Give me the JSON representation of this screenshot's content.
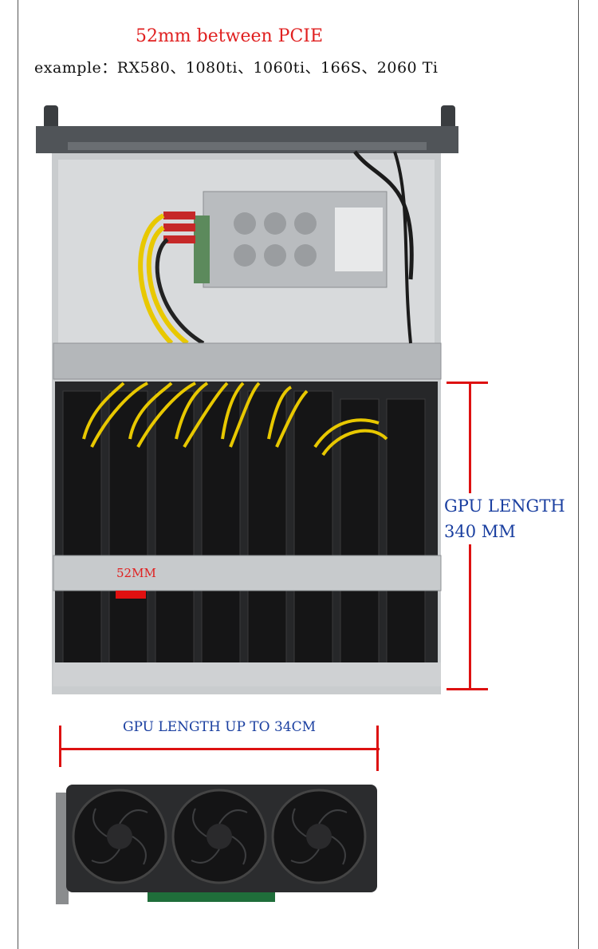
{
  "heading": "52mm between PCIE",
  "example_text": "example：RX580、1080ti、1060ti、166S、2060 Ti",
  "case_annotation": "52MM",
  "gpu_length_label_line1": "GPU LENGTH",
  "gpu_length_label_line2": "340 MM",
  "gpu_length_caption": "GPU LENGTH UP TO 34CM",
  "colors": {
    "accent_red": "#dd1111",
    "label_blue": "#1a3fa0"
  },
  "case_image": {
    "name": "server-chassis-photo",
    "gpu_count": 8
  },
  "gpu_image": {
    "name": "triple-fan-gpu-photo",
    "fans": 3
  }
}
